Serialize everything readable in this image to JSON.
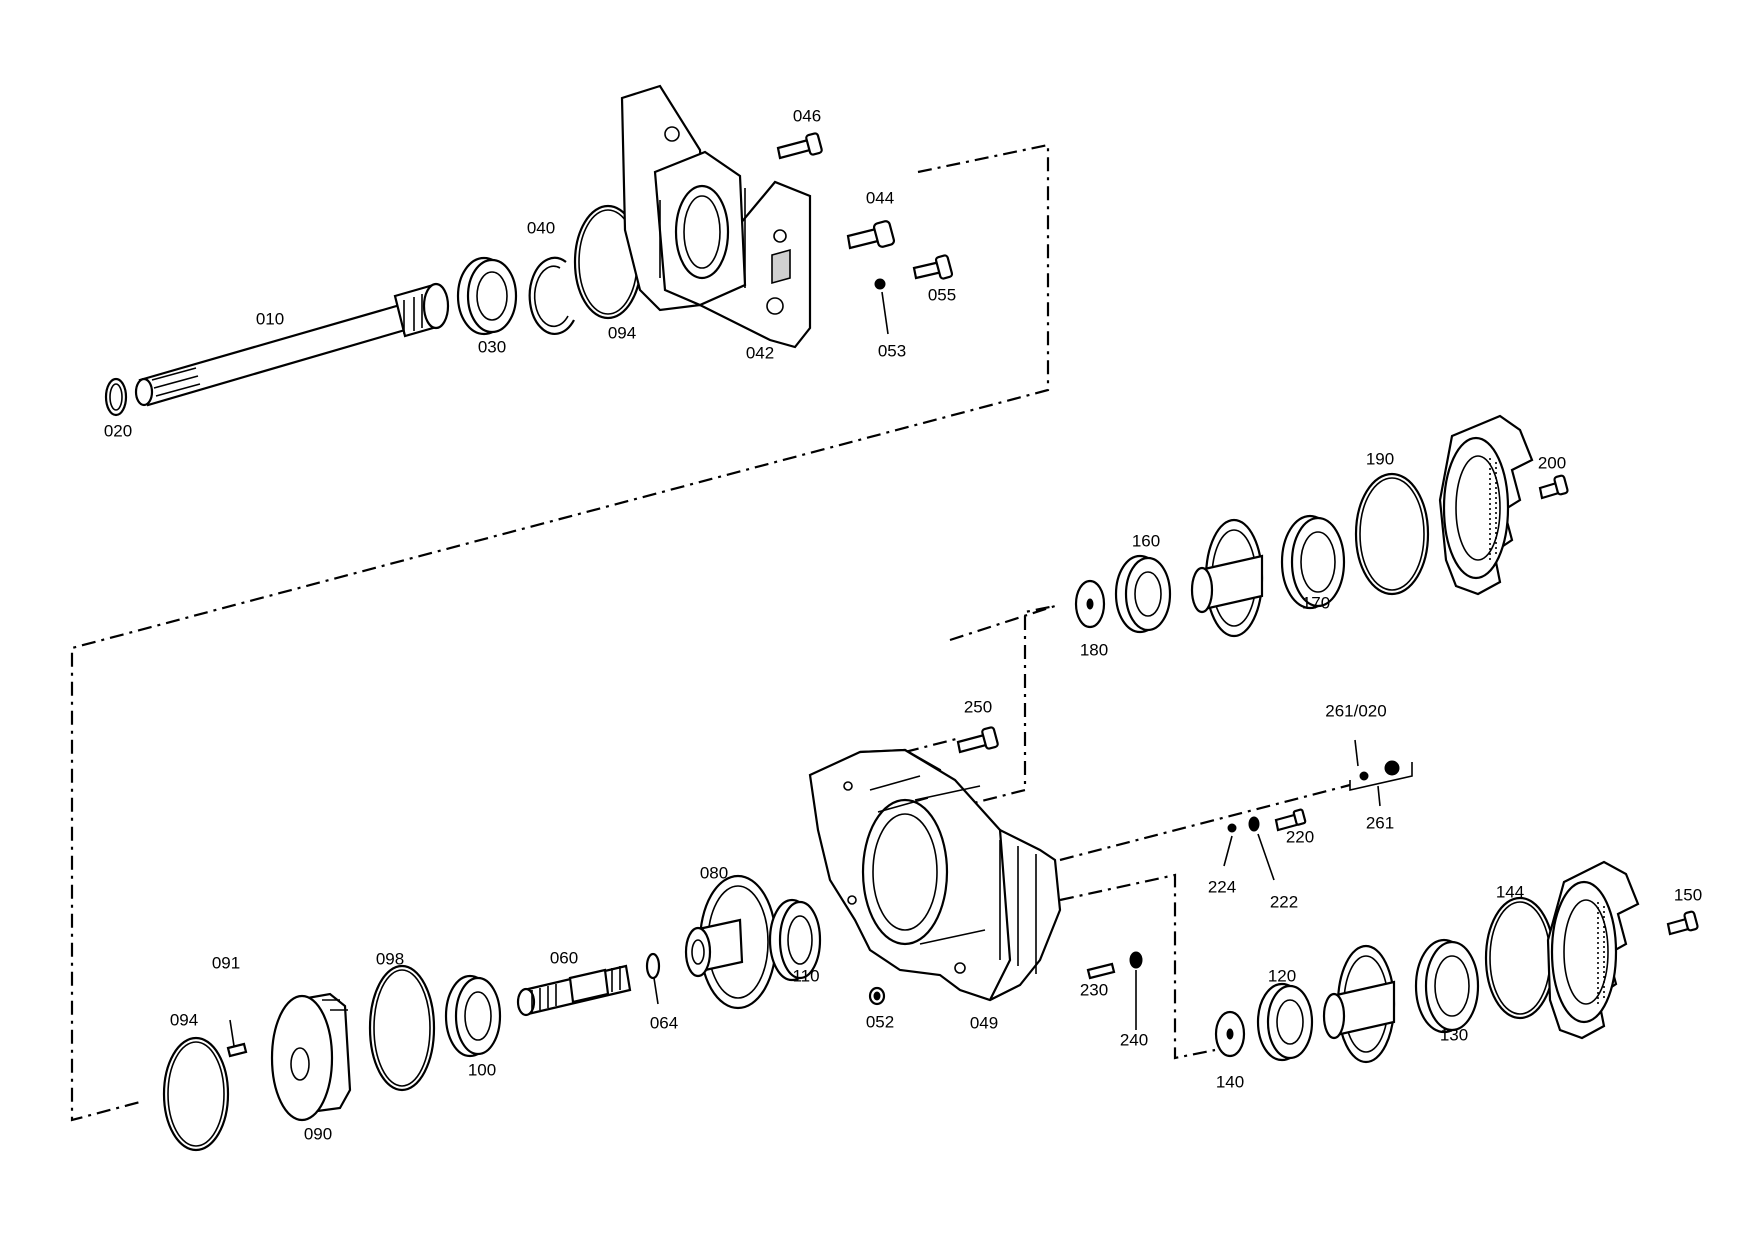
{
  "callouts": {
    "c010": "010",
    "c020": "020",
    "c030": "030",
    "c040": "040",
    "c042": "042",
    "c044": "044",
    "c046": "046",
    "c049": "049",
    "c052": "052",
    "c053": "053",
    "c055": "055",
    "c060": "060",
    "c064": "064",
    "c080": "080",
    "c090": "090",
    "c091": "091",
    "c094a": "094",
    "c094b": "094",
    "c098": "098",
    "c100": "100",
    "c110": "110",
    "c120": "120",
    "c130": "130",
    "c140": "140",
    "c144": "144",
    "c150": "150",
    "c160": "160",
    "c170": "170",
    "c180": "180",
    "c190": "190",
    "c200": "200",
    "c220": "220",
    "c222": "222",
    "c224": "224",
    "c230": "230",
    "c240": "240",
    "c250": "250",
    "c261": "261",
    "c261_020": "261/020"
  }
}
